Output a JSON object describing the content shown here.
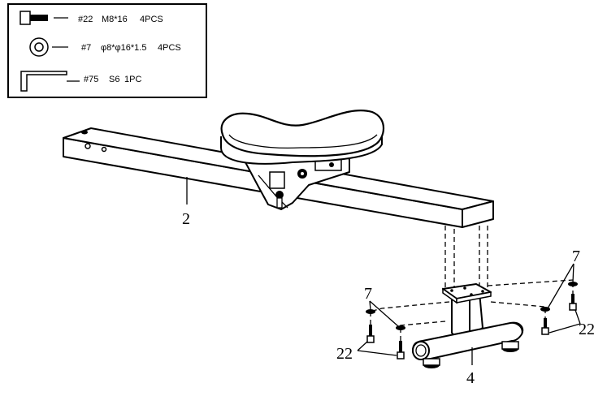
{
  "parts_list": {
    "items": [
      {
        "code": "#22",
        "spec": "M8*16",
        "qty": "4PCS",
        "icon": "bolt-icon"
      },
      {
        "code": "#7",
        "spec": "φ8*φ16*1.5",
        "qty": "4PCS",
        "icon": "washer-icon"
      },
      {
        "code": "#75",
        "spec": "S6",
        "qty": "1PC",
        "icon": "allen-key-icon"
      }
    ]
  },
  "callouts": {
    "rail": "2",
    "stabilizer": "4",
    "washer_left": "7",
    "washer_right": "7",
    "bolt_left": "22",
    "bolt_right": "22"
  }
}
